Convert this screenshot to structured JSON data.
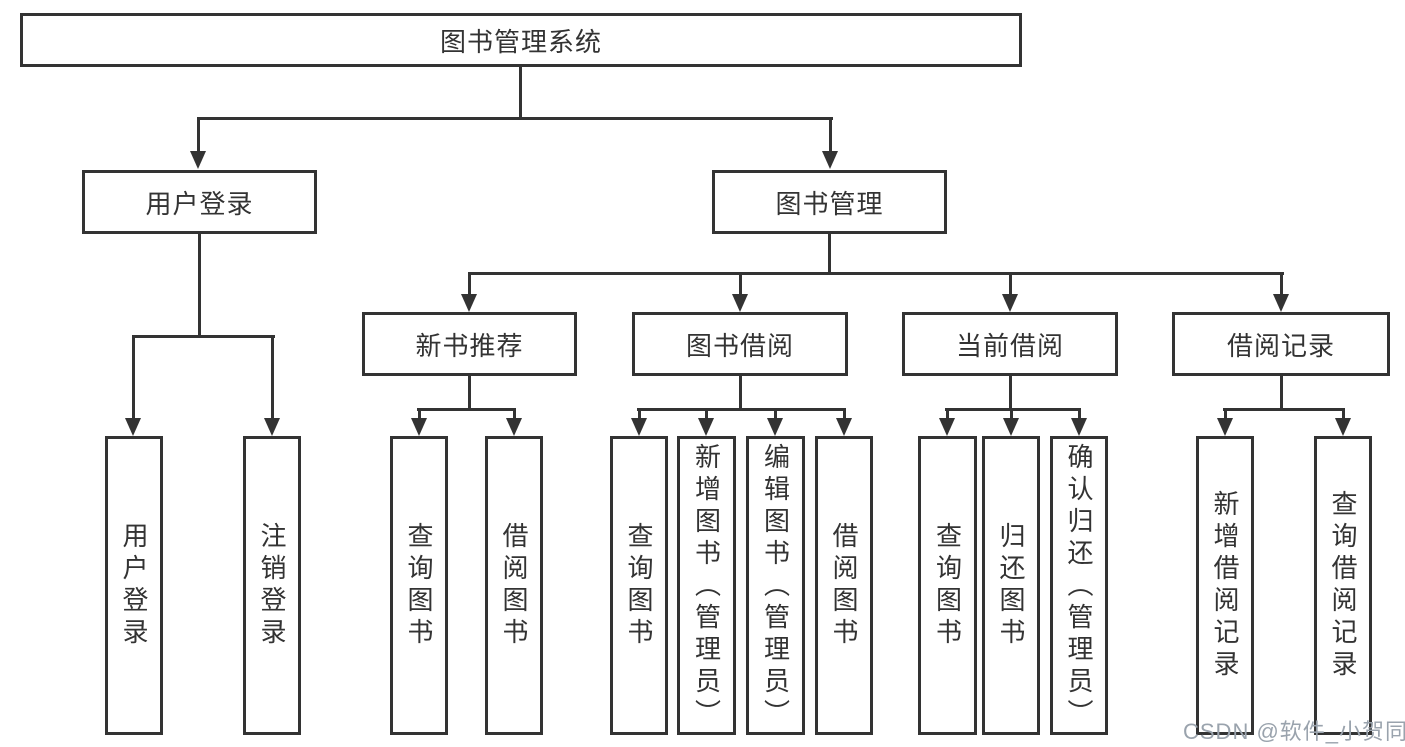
{
  "title": "图书管理系统",
  "watermark": "CSDN @软件_小贺同学",
  "colors": {
    "line": "#333333",
    "text": "#333333",
    "background": "#ffffff",
    "watermark": "#9aa3ad"
  },
  "nodes": {
    "root": {
      "label": "图书管理系统"
    },
    "level2": [
      {
        "label": "用户登录"
      },
      {
        "label": "图书管理"
      }
    ],
    "level3": [
      {
        "label": "新书推荐",
        "parent": "图书管理"
      },
      {
        "label": "图书借阅",
        "parent": "图书管理"
      },
      {
        "label": "当前借阅",
        "parent": "图书管理"
      },
      {
        "label": "借阅记录",
        "parent": "图书管理"
      }
    ],
    "leaves": [
      {
        "label": "用户登录",
        "parent": "用户登录"
      },
      {
        "label": "注销登录",
        "parent": "用户登录"
      },
      {
        "label": "查询图书",
        "parent": "新书推荐"
      },
      {
        "label": "借阅图书",
        "parent": "新书推荐"
      },
      {
        "label": "查询图书",
        "parent": "图书借阅"
      },
      {
        "label": "新增图书（管理员）",
        "parent": "图书借阅"
      },
      {
        "label": "编辑图书（管理员）",
        "parent": "图书借阅"
      },
      {
        "label": "借阅图书",
        "parent": "图书借阅"
      },
      {
        "label": "查询图书",
        "parent": "当前借阅"
      },
      {
        "label": "归还图书",
        "parent": "当前借阅"
      },
      {
        "label": "确认归还（管理员）",
        "parent": "当前借阅"
      },
      {
        "label": "新增借阅记录",
        "parent": "借阅记录"
      },
      {
        "label": "查询借阅记录",
        "parent": "借阅记录"
      }
    ]
  }
}
